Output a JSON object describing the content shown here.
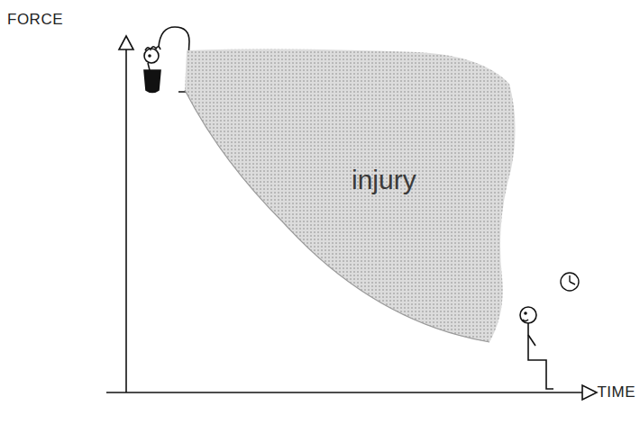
{
  "diagram": {
    "nodes": [
      {
        "text": [
          "injury"
        ]
      }
    ],
    "labels": [
      "FORCE",
      "TIME"
    ]
  }
}
